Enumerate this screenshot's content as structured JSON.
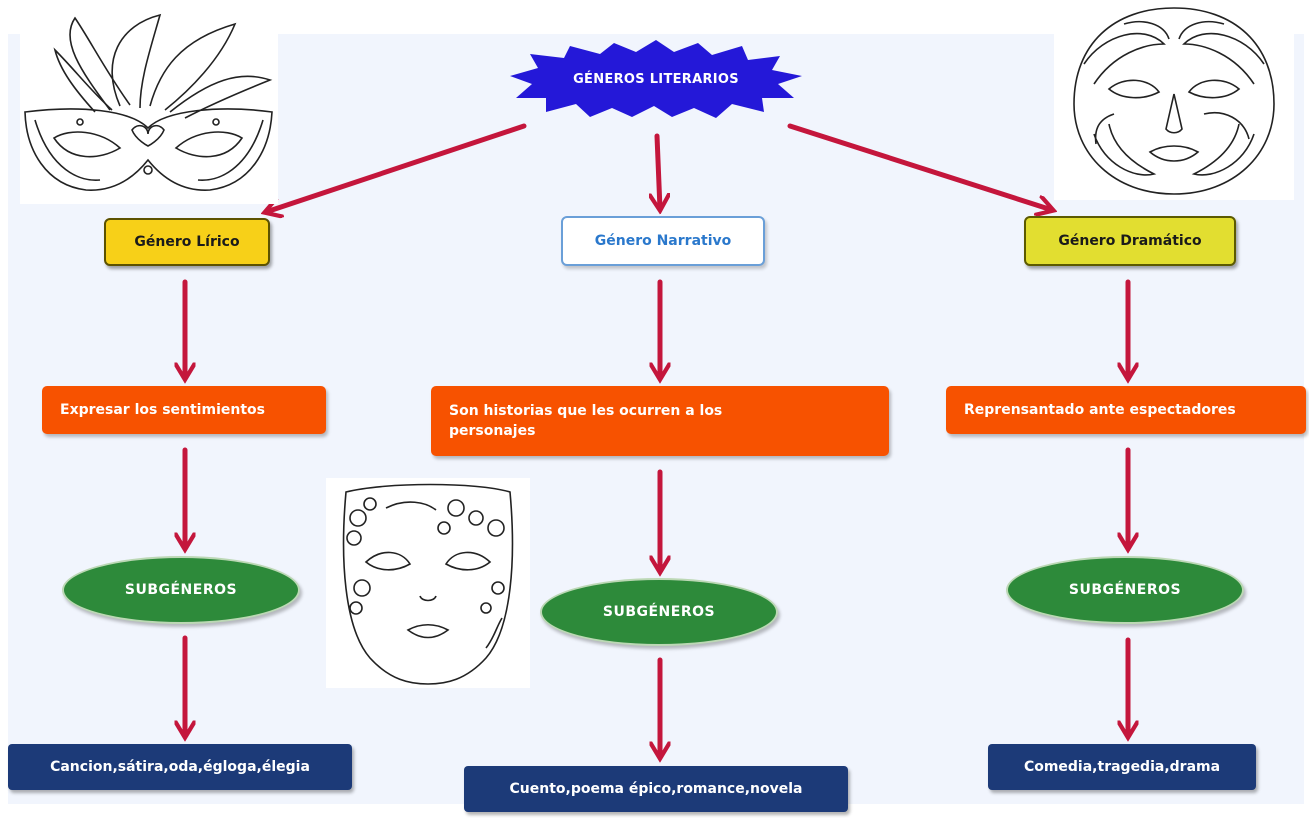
{
  "title": "GÉNEROS LITERARIOS",
  "colors": {
    "arrow": "#c4163c",
    "title_star": "#2418d8",
    "lirico": "#f7d018",
    "dramatico": "#e2de30",
    "narrativo_border": "#6a9fd8",
    "description": "#f75200",
    "subgenero": "#2d8a3a",
    "examples": "#1c3a78",
    "background": "#f1f5fd"
  },
  "columns": [
    {
      "genre": "Género Lírico",
      "description": "Expresar los sentimientos",
      "subgenre_label": "SUBGÉNEROS",
      "examples": "Cancion,sátira,oda,égloga,élegia"
    },
    {
      "genre": "Género Narrativo",
      "description": "Son historias que les ocurren a los personajes",
      "subgenre_label": "SUBGÉNEROS",
      "examples": "Cuento,poema épico,romance,novela"
    },
    {
      "genre": "Género Dramático",
      "description": "Reprensantado ante espectadores",
      "subgenre_label": "SUBGÉNEROS",
      "examples": "Comedia,tragedia,drama"
    }
  ],
  "illustrations": [
    {
      "icon": "carnival-feather-mask-icon"
    },
    {
      "icon": "swirl-face-mask-icon"
    },
    {
      "icon": "floral-face-mask-icon"
    }
  ]
}
